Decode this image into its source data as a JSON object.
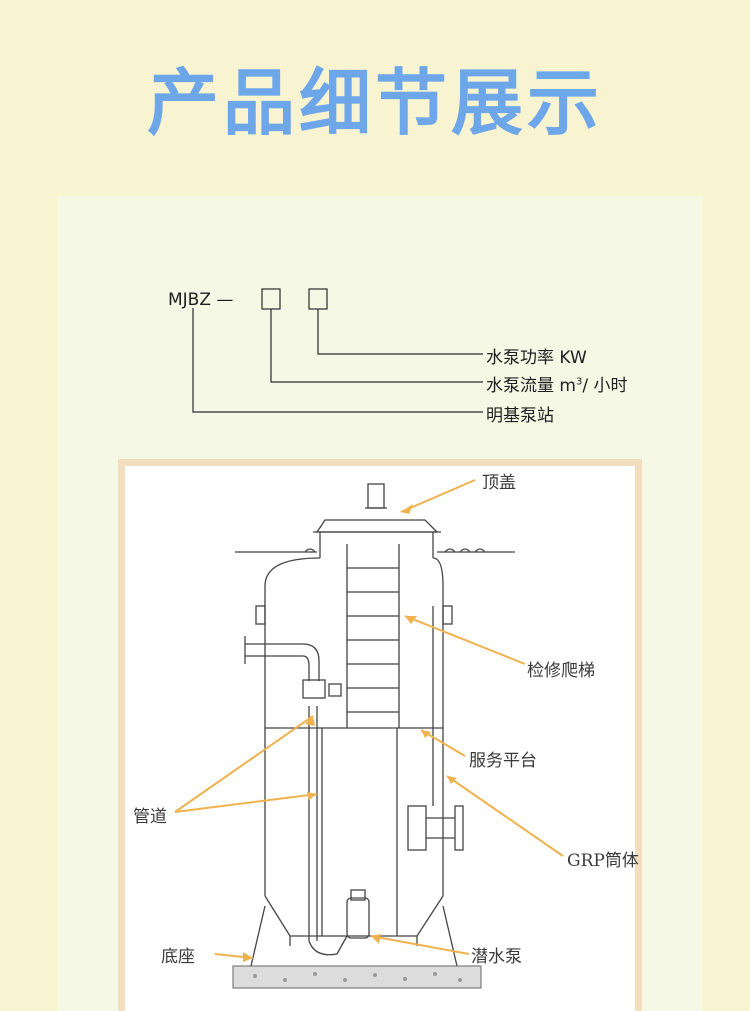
{
  "header": {
    "title": "产品细节展示"
  },
  "model_code": {
    "prefix": "MJBZ",
    "dash": "—",
    "legend": [
      {
        "text": "水泵功率 KW"
      },
      {
        "text_main": "水泵流量 m",
        "superscript": "3",
        "text_tail": "/ 小时"
      },
      {
        "text": "明基泵站"
      }
    ]
  },
  "figure": {
    "labels": {
      "top_cover": "顶盖",
      "ladder": "检修爬梯",
      "platform": "服务平台",
      "shell": "GRP筒体",
      "pipe": "管道",
      "base": "底座",
      "pump": "潜水泵"
    }
  },
  "colors": {
    "title": "#6ea6ea",
    "background": "#f8f4d2",
    "panel": "#f6f8e6",
    "frame": "#f2ddbd",
    "arrow": "#f0b24e"
  }
}
